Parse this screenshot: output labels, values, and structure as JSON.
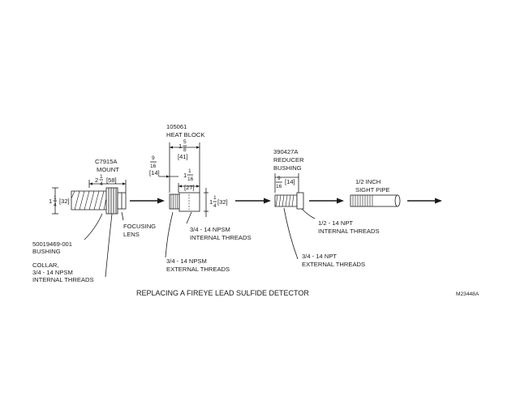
{
  "caption": "REPLACING A FIREYE LEAD SULFIDE DETECTOR",
  "drawing_number": "M23448A",
  "mount": {
    "part_number": "C7915A",
    "name": "MOUNT",
    "length_whole": "2",
    "length_num": "1",
    "length_den": "4",
    "length_mm": "[58]",
    "dia_whole": "1",
    "dia_num": "1",
    "dia_den": "4",
    "dia_mm": "[32]"
  },
  "heat_block": {
    "part_number": "105061",
    "name": "HEAT BLOCK",
    "width_whole": "1",
    "width_num": "5",
    "width_den": "8",
    "width_mm": "[41]",
    "offset_num": "9",
    "offset_den": "16",
    "offset_mm": "[14]",
    "inner_whole": "1",
    "inner_num": "1",
    "inner_den": "16",
    "inner_mm": "[27]",
    "dia_whole": "1",
    "dia_num": "1",
    "dia_den": "4",
    "dia_mm": "[32]"
  },
  "reducer": {
    "part_number": "390427A",
    "line1": "REDUCER",
    "line2": "BUSHING",
    "len_num": "9",
    "len_den": "16",
    "len_mm": "[14]"
  },
  "sight_pipe": {
    "line1": "1/2 INCH",
    "line2": "SIGHT PIPE"
  },
  "callouts": {
    "focusing_lens": [
      "FOCUSING",
      "LENS"
    ],
    "bushing": [
      "50019469-001",
      "BUSHING"
    ],
    "collar": [
      "COLLAR,",
      "3/4 - 14 NPSM",
      "INTERNAL THREADS"
    ],
    "hb_internal": [
      "3/4 - 14 NPSM",
      "INTERNAL THREADS"
    ],
    "hb_external": [
      "3/4 - 14 NPSM",
      "EXTERNAL  THREADS"
    ],
    "rb_internal": [
      "1/2 - 14 NPT",
      "INTERNAL THREADS"
    ],
    "rb_external": [
      "3/4 - 14 NPT",
      "EXTERNAL THREADS"
    ]
  }
}
